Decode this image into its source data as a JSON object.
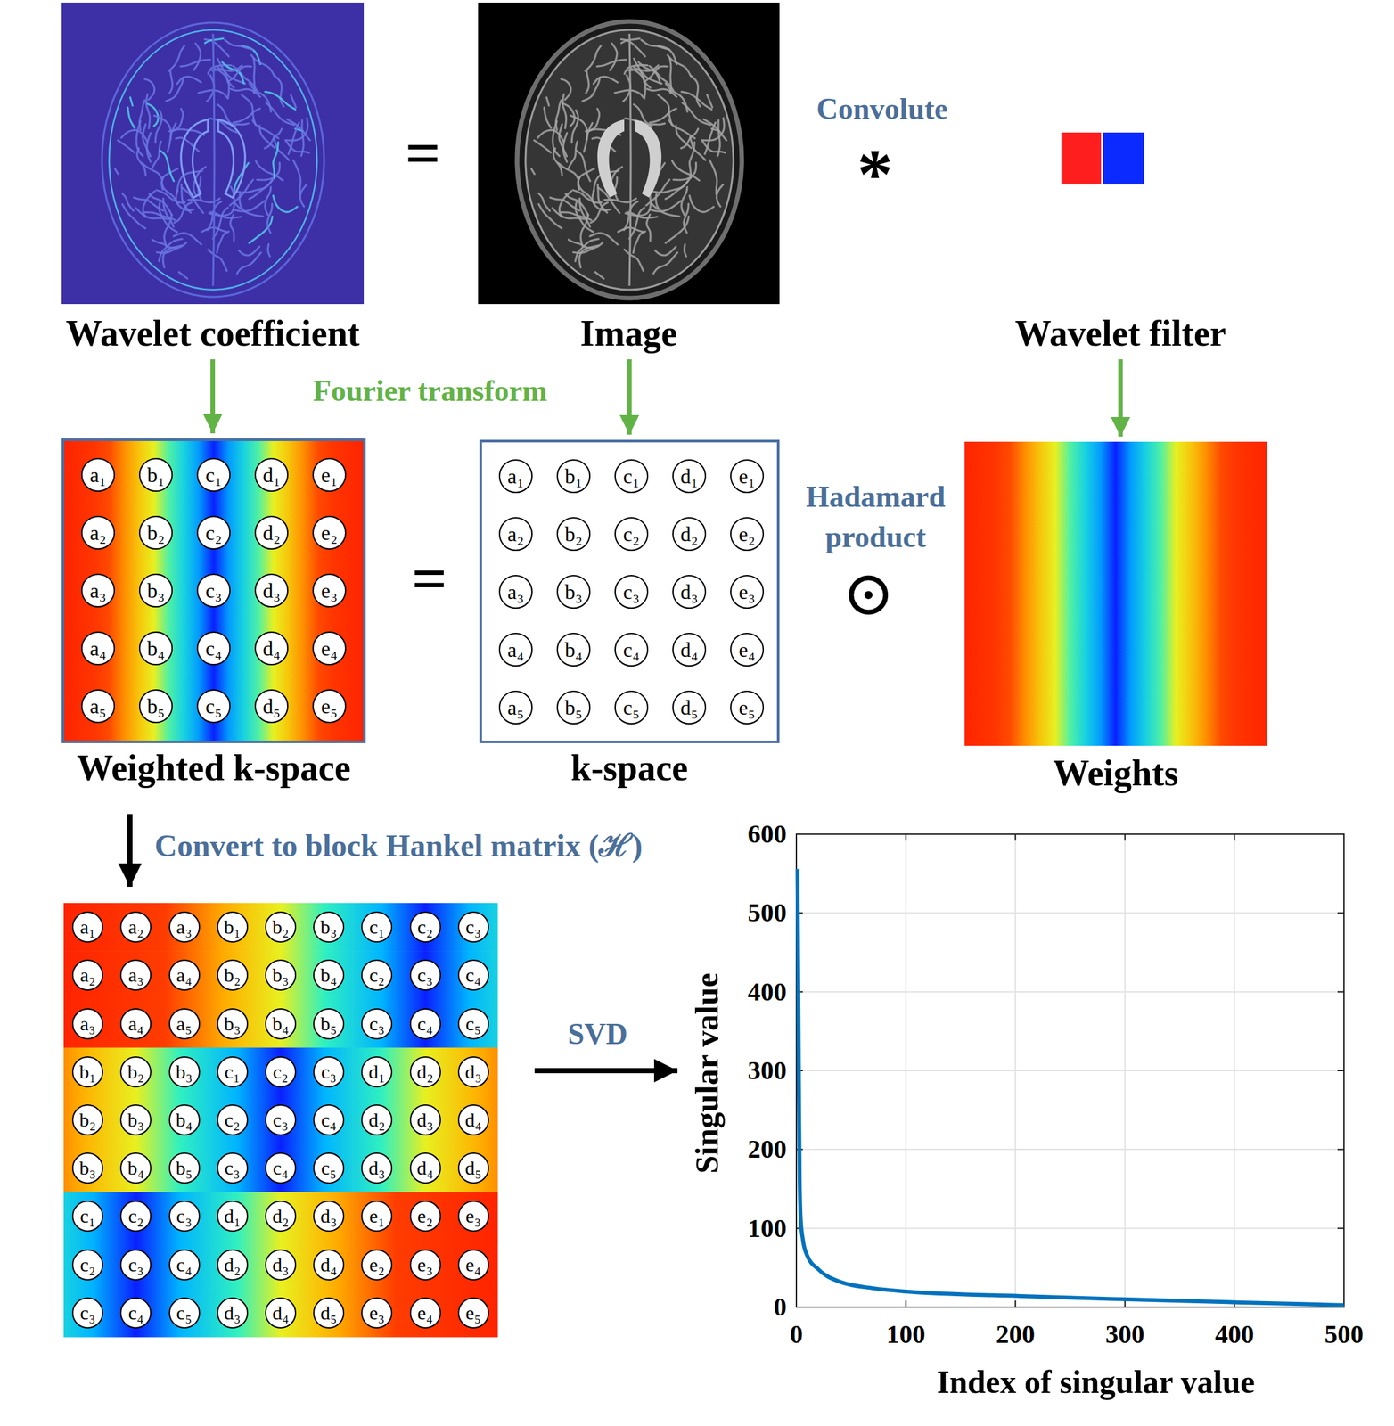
{
  "diagram": {
    "nodes": [
      {
        "text": [
          "Wavelet coefficient"
        ]
      },
      {
        "text": [
          "Image"
        ]
      },
      {
        "text": [
          "Wavelet filter"
        ]
      },
      {
        "text": [
          "Weighted k-space"
        ]
      },
      {
        "text": [
          "a₁"
        ],
        "in": 3
      },
      {
        "text": [
          "b₁"
        ],
        "in": 3
      },
      {
        "text": [
          "c₁"
        ],
        "in": 3
      },
      {
        "text": [
          "d₁"
        ],
        "in": 3
      },
      {
        "text": [
          "e₁"
        ],
        "in": 3
      },
      {
        "text": [
          "a₂"
        ],
        "in": 3
      },
      {
        "text": [
          "b₂"
        ],
        "in": 3
      },
      {
        "text": [
          "c₂"
        ],
        "in": 3
      },
      {
        "text": [
          "d₂"
        ],
        "in": 3
      },
      {
        "text": [
          "e₂"
        ],
        "in": 3
      },
      {
        "text": [
          "a₃"
        ],
        "in": 3
      },
      {
        "text": [
          "b₃"
        ],
        "in": 3
      },
      {
        "text": [
          "c₃"
        ],
        "in": 3
      },
      {
        "text": [
          "d₃"
        ],
        "in": 3
      },
      {
        "text": [
          "e₃"
        ],
        "in": 3
      },
      {
        "text": [
          "a₄"
        ],
        "in": 3
      },
      {
        "text": [
          "b₄"
        ],
        "in": 3
      },
      {
        "text": [
          "c₄"
        ],
        "in": 3
      },
      {
        "text": [
          "d₄"
        ],
        "in": 3
      },
      {
        "text": [
          "e₄"
        ],
        "in": 3
      },
      {
        "text": [
          "a₅"
        ],
        "in": 3
      },
      {
        "text": [
          "b₅"
        ],
        "in": 3
      },
      {
        "text": [
          "c₅"
        ],
        "in": 3
      },
      {
        "text": [
          "d₅"
        ],
        "in": 3
      },
      {
        "text": [
          "e₅"
        ],
        "in": 3
      },
      {
        "text": [
          "k-space"
        ]
      },
      {
        "text": [
          "a₁"
        ],
        "in": 29
      },
      {
        "text": [
          "b₁"
        ],
        "in": 29
      },
      {
        "text": [
          "c₁"
        ],
        "in": 29
      },
      {
        "text": [
          "d₁"
        ],
        "in": 29
      },
      {
        "text": [
          "e₁"
        ],
        "in": 29
      },
      {
        "text": [
          "a₂"
        ],
        "in": 29
      },
      {
        "text": [
          "b₂"
        ],
        "in": 29
      },
      {
        "text": [
          "c₂"
        ],
        "in": 29
      },
      {
        "text": [
          "d₂"
        ],
        "in": 29
      },
      {
        "text": [
          "e₂"
        ],
        "in": 29
      },
      {
        "text": [
          "a₃"
        ],
        "in": 29
      },
      {
        "text": [
          "b₃"
        ],
        "in": 29
      },
      {
        "text": [
          "c₃"
        ],
        "in": 29
      },
      {
        "text": [
          "d₃"
        ],
        "in": 29
      },
      {
        "text": [
          "e₃"
        ],
        "in": 29
      },
      {
        "text": [
          "a₄"
        ],
        "in": 29
      },
      {
        "text": [
          "b₄"
        ],
        "in": 29
      },
      {
        "text": [
          "c₄"
        ],
        "in": 29
      },
      {
        "text": [
          "d₄"
        ],
        "in": 29
      },
      {
        "text": [
          "e₄"
        ],
        "in": 29
      },
      {
        "text": [
          "a₅"
        ],
        "in": 29
      },
      {
        "text": [
          "b₅"
        ],
        "in": 29
      },
      {
        "text": [
          "c₅"
        ],
        "in": 29
      },
      {
        "text": [
          "d₅"
        ],
        "in": 29
      },
      {
        "text": [
          "e₅"
        ],
        "in": 29
      },
      {
        "text": [
          "Weights"
        ]
      },
      {
        "text": [
          "a₁"
        ]
      },
      {
        "text": [
          "a₂"
        ]
      },
      {
        "text": [
          "a₃"
        ]
      },
      {
        "text": [
          "b₁"
        ]
      },
      {
        "text": [
          "b₂"
        ]
      },
      {
        "text": [
          "b₃"
        ]
      },
      {
        "text": [
          "c₁"
        ]
      },
      {
        "text": [
          "c₂"
        ]
      },
      {
        "text": [
          "c₃"
        ]
      },
      {
        "text": [
          "a₂"
        ]
      },
      {
        "text": [
          "a₃"
        ]
      },
      {
        "text": [
          "a₄"
        ]
      },
      {
        "text": [
          "b₂"
        ]
      },
      {
        "text": [
          "b₃"
        ]
      },
      {
        "text": [
          "b₄"
        ]
      },
      {
        "text": [
          "c₂"
        ]
      },
      {
        "text": [
          "c₃"
        ]
      },
      {
        "text": [
          "c₄"
        ]
      },
      {
        "text": [
          "a₃"
        ]
      },
      {
        "text": [
          "a₄"
        ]
      },
      {
        "text": [
          "a₅"
        ]
      },
      {
        "text": [
          "b₃"
        ]
      },
      {
        "text": [
          "b₄"
        ]
      },
      {
        "text": [
          "b₅"
        ]
      },
      {
        "text": [
          "c₃"
        ]
      },
      {
        "text": [
          "c₄"
        ]
      },
      {
        "text": [
          "c₅"
        ]
      },
      {
        "text": [
          "b₁"
        ]
      },
      {
        "text": [
          "b₂"
        ]
      },
      {
        "text": [
          "b₃"
        ]
      },
      {
        "text": [
          "c₁"
        ]
      },
      {
        "text": [
          "c₂"
        ]
      },
      {
        "text": [
          "c₃"
        ]
      },
      {
        "text": [
          "d₁"
        ]
      },
      {
        "text": [
          "d₂"
        ]
      },
      {
        "text": [
          "d₃"
        ]
      },
      {
        "text": [
          "b₂"
        ]
      },
      {
        "text": [
          "b₃"
        ]
      },
      {
        "text": [
          "b₄"
        ]
      },
      {
        "text": [
          "c₂"
        ]
      },
      {
        "text": [
          "c₃"
        ]
      },
      {
        "text": [
          "c₄"
        ]
      },
      {
        "text": [
          "d₂"
        ]
      },
      {
        "text": [
          "d₃"
        ]
      },
      {
        "text": [
          "d₄"
        ]
      },
      {
        "text": [
          "b₃"
        ]
      },
      {
        "text": [
          "b₄"
        ]
      },
      {
        "text": [
          "b₅"
        ]
      },
      {
        "text": [
          "c₃"
        ]
      },
      {
        "text": [
          "c₄"
        ]
      },
      {
        "text": [
          "c₅"
        ]
      },
      {
        "text": [
          "d₃"
        ]
      },
      {
        "text": [
          "d₄"
        ]
      },
      {
        "text": [
          "d₅"
        ]
      },
      {
        "text": [
          "c₁"
        ]
      },
      {
        "text": [
          "c₂"
        ]
      },
      {
        "text": [
          "c₃"
        ]
      },
      {
        "text": [
          "d₁"
        ]
      },
      {
        "text": [
          "d₂"
        ]
      },
      {
        "text": [
          "d₃"
        ]
      },
      {
        "text": [
          "e₁"
        ]
      },
      {
        "text": [
          "e₂"
        ]
      },
      {
        "text": [
          "e₃"
        ]
      },
      {
        "text": [
          "c₂"
        ]
      },
      {
        "text": [
          "c₃"
        ]
      },
      {
        "text": [
          "c₄"
        ]
      },
      {
        "text": [
          "d₂"
        ]
      },
      {
        "text": [
          "d₃"
        ]
      },
      {
        "text": [
          "d₄"
        ]
      },
      {
        "text": [
          "e₂"
        ]
      },
      {
        "text": [
          "e₃"
        ]
      },
      {
        "text": [
          "e₄"
        ]
      },
      {
        "text": [
          "c₃"
        ]
      },
      {
        "text": [
          "c₄"
        ]
      },
      {
        "text": [
          "c₅"
        ]
      },
      {
        "text": [
          "d₃"
        ]
      },
      {
        "text": [
          "d₄"
        ]
      },
      {
        "text": [
          "d₅"
        ]
      },
      {
        "text": [
          "e₃"
        ]
      },
      {
        "text": [
          "e₄"
        ]
      },
      {
        "text": [
          "e₅"
        ]
      }
    ],
    "edges": [
      {
        "from": 0,
        "to": 3,
        "arrow": "to"
      },
      {
        "from": 1,
        "to": 29,
        "arrow": "to"
      },
      {
        "from": 2,
        "to": 55,
        "arrow": "to"
      }
    ],
    "labels": [
      "=",
      "Convolute",
      "*",
      "Fourier transform",
      "=",
      "Hadamard product",
      "⊙",
      "Convert to block Hankel matrix (ℋ)",
      "SVD",
      "600",
      "500",
      "400",
      "300",
      "200",
      "100",
      "0",
      "0",
      "100",
      "200",
      "300",
      "400",
      "500",
      "Singular value",
      "Index of singular value"
    ]
  }
}
